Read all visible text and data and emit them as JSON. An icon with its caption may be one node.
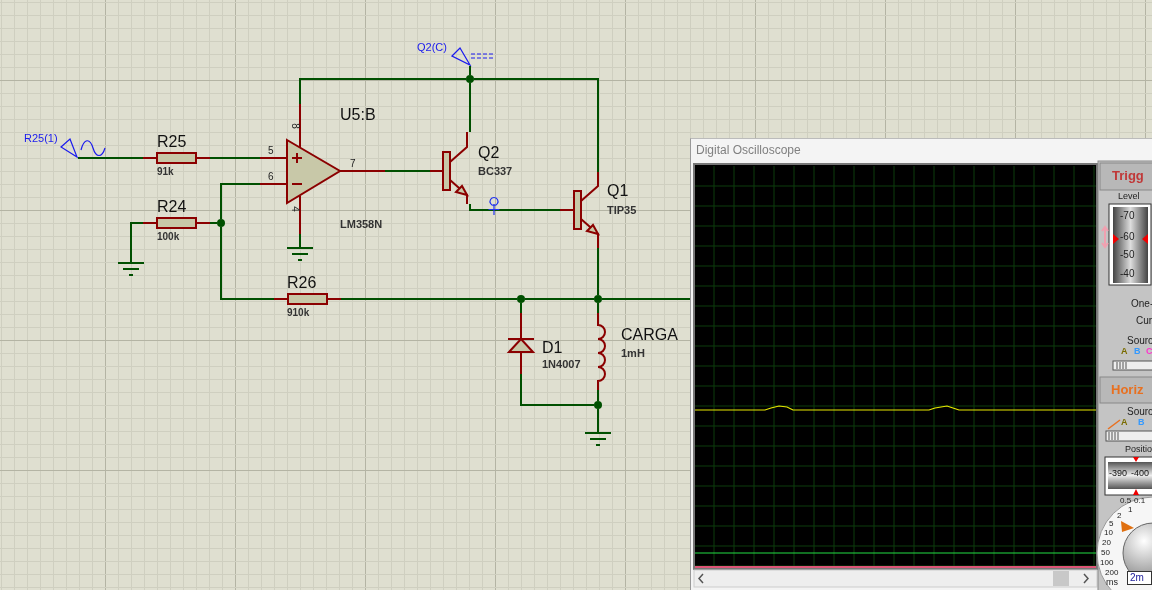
{
  "diagram": {
    "nodes": [
      {
        "text": [
          "R25(1)"
        ]
      },
      {
        "text": [
          "R25",
          "91k"
        ]
      },
      {
        "text": [
          "U5:B",
          "LM358N"
        ]
      },
      {
        "text": [
          "Q2(C)"
        ]
      },
      {
        "text": [],
        "shape": "circle"
      },
      {
        "text": [
          "Q2",
          "BC337"
        ]
      },
      {
        "text": [
          "Q1",
          "TIP35"
        ]
      },
      {
        "text": [
          "R24",
          "100k"
        ]
      },
      {
        "text": [],
        "shape": "circle"
      },
      {
        "text": [],
        "shape": "ground"
      },
      {
        "text": [],
        "shape": "ground"
      },
      {
        "text": [
          "R26",
          "910k"
        ]
      },
      {
        "text": [],
        "shape": "circle"
      },
      {
        "text": [],
        "shape": "circle"
      },
      {
        "text": [
          "D1",
          "1N4007"
        ]
      },
      {
        "text": [
          "CARGA",
          "1mH"
        ]
      },
      {
        "text": [],
        "shape": "circle"
      },
      {
        "text": [],
        "shape": "ground"
      },
      {
        "text": [
          "Digital Oscilloscope"
        ]
      }
    ],
    "edges": [
      {
        "from": 0,
        "to": 1,
        "arrow": "none"
      },
      {
        "from": 1,
        "to": 2,
        "arrow": "none"
      },
      {
        "from": 8,
        "to": 2,
        "arrow": "none"
      },
      {
        "from": 7,
        "to": 8,
        "arrow": "none"
      },
      {
        "from": 7,
        "to": 9,
        "arrow": "none"
      },
      {
        "from": 8,
        "to": 11,
        "arrow": "none"
      },
      {
        "from": 11,
        "to": 12,
        "arrow": "none"
      },
      {
        "from": 12,
        "to": 13,
        "arrow": "none"
      },
      {
        "from": 13,
        "to": 18,
        "arrow": "none"
      },
      {
        "from": 2,
        "to": 4,
        "arrow": "none"
      },
      {
        "from": 3,
        "to": 4,
        "arrow": "none"
      },
      {
        "from": 4,
        "to": 5,
        "arrow": "none"
      },
      {
        "from": 4,
        "to": 6,
        "arrow": "none"
      },
      {
        "from": 2,
        "to": 5,
        "arrow": "none"
      },
      {
        "from": 5,
        "to": 6,
        "arrow": "none"
      },
      {
        "from": 6,
        "to": 13,
        "arrow": "none"
      },
      {
        "from": 2,
        "to": 10,
        "arrow": "none"
      },
      {
        "from": 12,
        "to": 14,
        "arrow": "none"
      },
      {
        "from": 14,
        "to": 16,
        "arrow": "none"
      },
      {
        "from": 13,
        "to": 15,
        "arrow": "none"
      },
      {
        "from": 15,
        "to": 16,
        "arrow": "none"
      },
      {
        "from": 16,
        "to": 17,
        "arrow": "none"
      }
    ],
    "labels": [
      "8",
      "5",
      "6",
      "7",
      "4",
      "Trigg",
      "Level",
      "-70",
      "-60",
      "-50",
      "-40",
      "One-",
      "Cur",
      "Sourc",
      "A",
      "B",
      "C",
      "Horiz",
      "Sourc",
      "A",
      "B",
      "Positio",
      "-390",
      "-400",
      "0.5",
      "0.1",
      "1",
      "2",
      "5",
      "10",
      "20",
      "50",
      "100",
      "200",
      "ms",
      "2m"
    ]
  }
}
